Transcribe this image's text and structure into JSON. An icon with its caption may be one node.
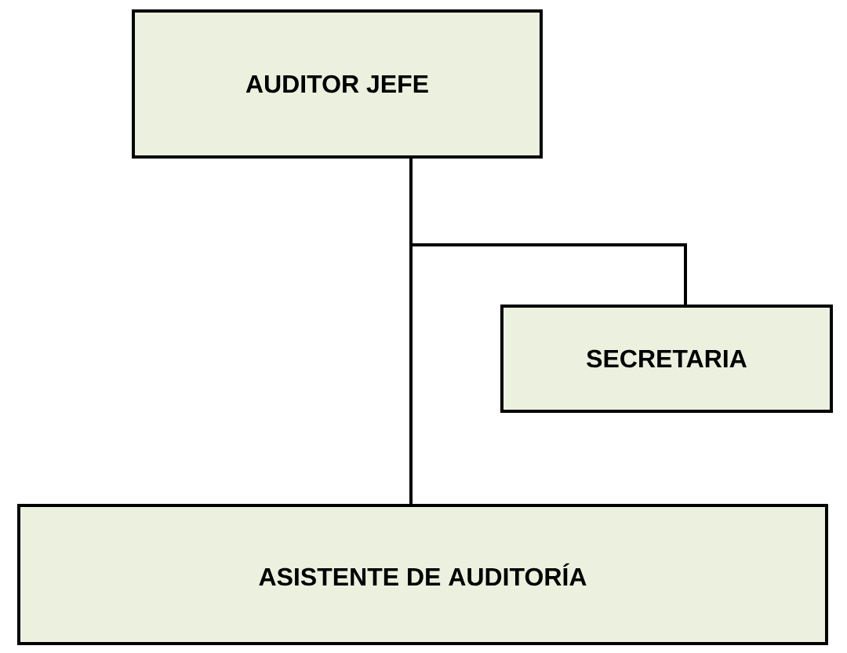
{
  "diagram": {
    "nodes": [
      {
        "text": [
          "AUDITOR JEFE"
        ]
      },
      {
        "text": [
          "SECRETARIA"
        ]
      },
      {
        "text": [
          "ASISTENTE DE AUDITORÍA"
        ]
      }
    ],
    "edges": [
      {
        "from": 0,
        "to": 1,
        "arrow": "none"
      },
      {
        "from": 0,
        "to": 2,
        "arrow": "none"
      }
    ]
  }
}
